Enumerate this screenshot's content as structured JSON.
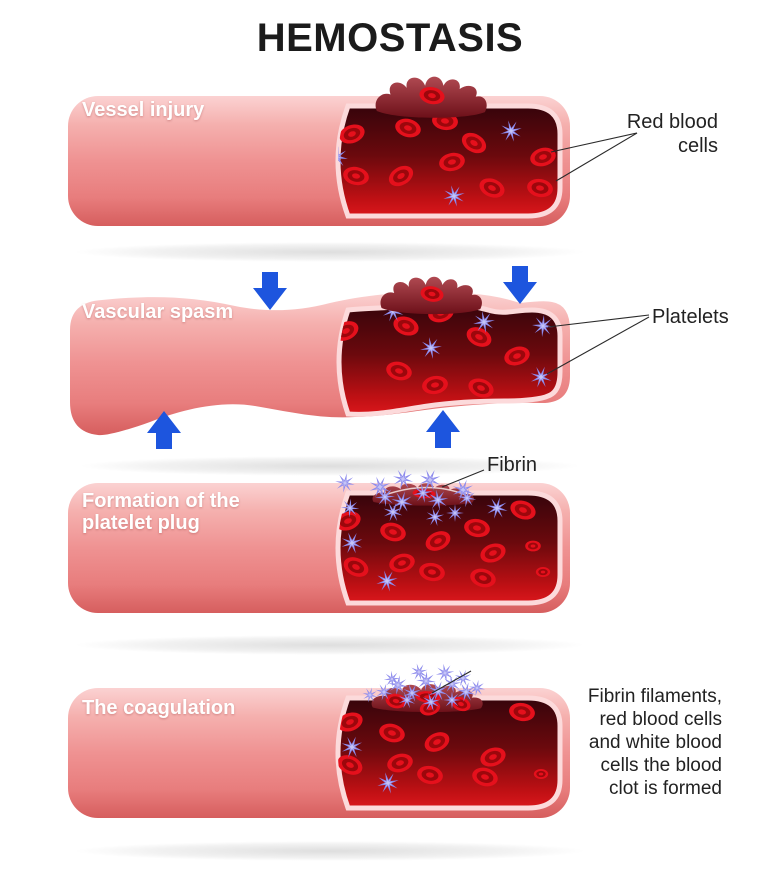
{
  "title": "HEMOSTASIS",
  "stages": [
    {
      "label": "Vessel injury"
    },
    {
      "label": "Vascular spasm"
    },
    {
      "label_line1": "Formation of the",
      "label_line2": "platelet plug"
    },
    {
      "label": "The coagulation"
    }
  ],
  "annotations": {
    "red_blood_cells": {
      "lines": [
        "Red blood",
        "cells"
      ]
    },
    "platelets": {
      "label": "Platelets"
    },
    "fibrin": {
      "label": "Fibrin"
    },
    "clot_note": {
      "lines": [
        "Fibrin filaments,",
        "red blood cells",
        "and white blood",
        "cells the blood",
        "clot is formed"
      ]
    }
  },
  "colors": {
    "title_text": "#1b1b1b",
    "stage_label_text": "#ffffff",
    "annotation_text": "#222222",
    "vessel": {
      "light": "#fbd2d2",
      "mid_light": "#f5b0ae",
      "mid": "#ef9292",
      "mid_dark": "#e87d7d",
      "dark": "#d65e5e"
    },
    "lining": "#fcdadb",
    "lumen": {
      "darkest": "#36040b",
      "dark": "#6b090d",
      "bright": "#c01014",
      "brightest": "#da171c"
    },
    "rbc": {
      "ring": "#e5101c",
      "core": "#9c070c",
      "outline": "#c20b12"
    },
    "platelet": {
      "body": "#8c8aec",
      "highlight": "#c5c4f6"
    },
    "wound": {
      "light": "#b04a52",
      "dark": "#6d1019"
    },
    "fibrin_strand": "#f6e6e6",
    "arrow_blue": "#1d55de",
    "pointer_line": "#2a2a2a",
    "shadow": "#bdbdbd"
  }
}
